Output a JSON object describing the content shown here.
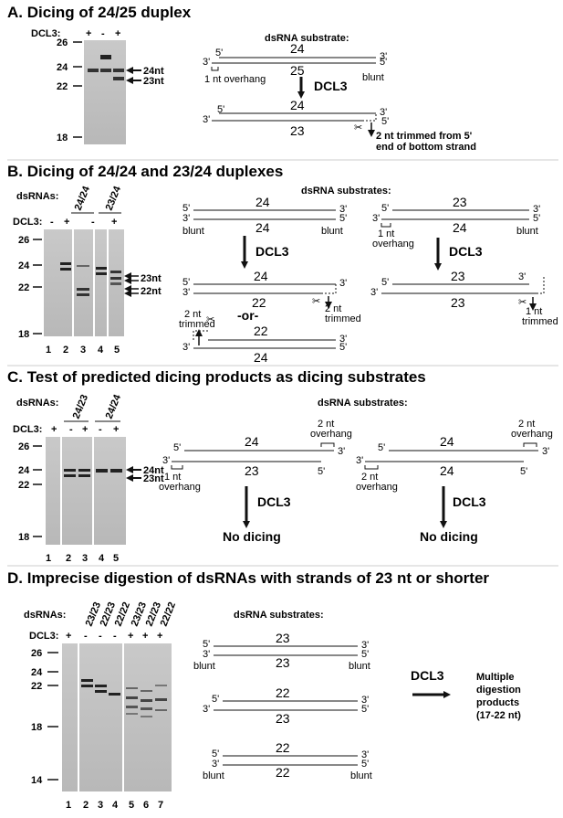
{
  "A": {
    "heading": "A.  Dicing of 24/25 duplex",
    "dcl3_label": "DCL3:",
    "dcl3_signs": [
      "+",
      "-",
      "+"
    ],
    "size_markers": [
      "26",
      "24",
      "22",
      "18"
    ],
    "band_labels": [
      "24nt",
      "23nt"
    ],
    "substrate_title": "dsRNA substrate:",
    "top_before": "24",
    "bottom_before": "25",
    "overhang_note": "1 nt overhang",
    "blunt": "blunt",
    "enzyme": "DCL3",
    "top_after": "24",
    "bottom_after": "23",
    "trim_note_1": "2 nt trimmed from 5'",
    "trim_note_2": "end of bottom strand",
    "end5": "5'",
    "end3": "3'"
  },
  "B": {
    "heading": "B.  Dicing of 24/24 and 23/24 duplexes",
    "dsrnas_label": "dsRNAs:",
    "duplex_labels": [
      "24/24",
      "23/24"
    ],
    "dcl3_label": "DCL3:",
    "dcl3_signs": [
      "-",
      "+",
      "-",
      "+"
    ],
    "size_markers": [
      "26",
      "24",
      "22",
      "18"
    ],
    "band_labels": [
      "23nt",
      "22nt"
    ],
    "lanes": [
      "1",
      "2",
      "3",
      "4",
      "5"
    ],
    "substrate_title": "dsRNA substrates:",
    "left_top": "24",
    "left_bottom": "24",
    "blunt": "blunt",
    "enzyme": "DCL3",
    "left_prod_top": "24",
    "left_prod_bottom": "22",
    "two_nt_trimmed_1": "2 nt",
    "two_nt_trimmed_2": "trimmed",
    "or": "-or-",
    "alt_top": "22",
    "alt_bottom": "24",
    "right_top": "23",
    "right_bottom": "24",
    "one_nt": "1 nt",
    "overhang": "overhang",
    "right_prod_top": "23",
    "right_prod_bottom": "23",
    "one_nt_trimmed_1": "1 nt",
    "one_nt_trimmed_2": "trimmed",
    "end5": "5'",
    "end3": "3'"
  },
  "C": {
    "heading": "C.  Test of predicted dicing products as dicing substrates",
    "dsrnas_label": "dsRNAs:",
    "duplex_labels": [
      "24/23",
      "24/24"
    ],
    "dcl3_label": "DCL3:",
    "dcl3_signs": [
      "+",
      "-",
      "+",
      "-",
      "+"
    ],
    "size_markers": [
      "26",
      "24",
      "22",
      "18"
    ],
    "band_labels": [
      "24nt",
      "23nt"
    ],
    "lanes": [
      "1",
      "2",
      "3",
      "4",
      "5"
    ],
    "substrate_title": "dsRNA substrates:",
    "left_top": "24",
    "left_bottom": "23",
    "right_top": "24",
    "right_bottom": "24",
    "one_nt": "1 nt",
    "two_nt": "2 nt",
    "overhang": "overhang",
    "enzyme": "DCL3",
    "no_dicing": "No dicing",
    "end5": "5'",
    "end3": "3'"
  },
  "D": {
    "heading": "D.  Imprecise digestion of dsRNAs with strands of 23 nt or shorter",
    "dsrnas_label": "dsRNAs:",
    "duplex_labels": [
      "23/23",
      "22/23",
      "22/22",
      "23/23",
      "22/23",
      "22/22"
    ],
    "dcl3_label": "DCL3:",
    "dcl3_signs": [
      "+",
      "-",
      "-",
      "-",
      "+",
      "+",
      "+"
    ],
    "size_markers": [
      "26",
      "24",
      "22",
      "18",
      "14"
    ],
    "lanes": [
      "1",
      "2",
      "3",
      "4",
      "5",
      "6",
      "7"
    ],
    "substrate_title": "dsRNA substrates:",
    "s1_top": "23",
    "s1_bottom": "23",
    "s2_top": "22",
    "s2_bottom": "23",
    "s3_top": "22",
    "s3_bottom": "22",
    "blunt": "blunt",
    "enzyme": "DCL3",
    "result": [
      "Multiple",
      "digestion",
      "products",
      "(17-22 nt)"
    ],
    "end5": "5'",
    "end3": "3'"
  }
}
